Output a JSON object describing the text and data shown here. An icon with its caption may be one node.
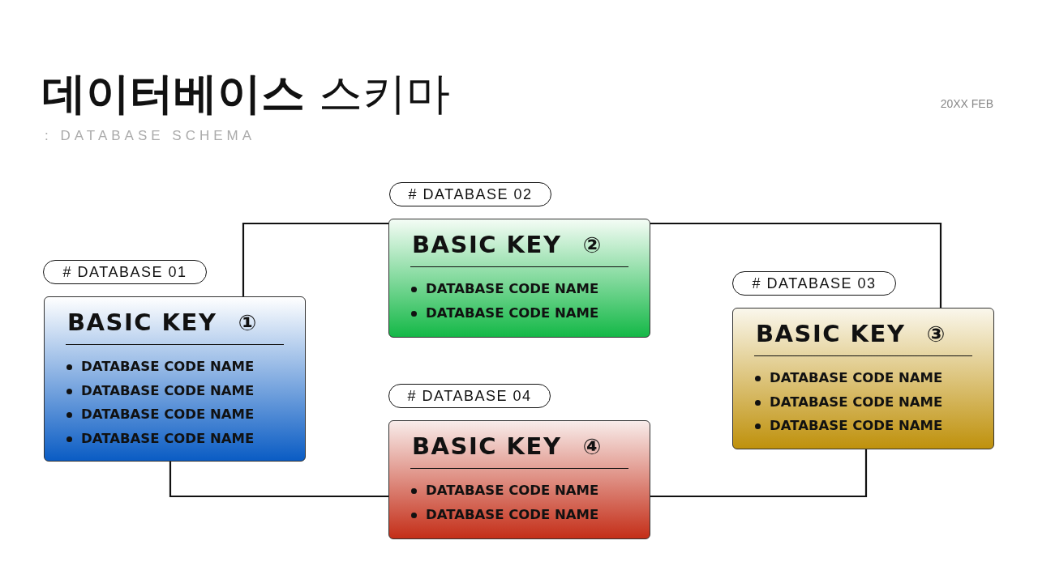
{
  "diagram": {
    "title": "**데이터베이스** 스키마",
    "nodes": [
      {
        "text": [
          "# DATABASE 01"
        ]
      },
      {
        "text": [
          "BASIC KEY",
          "①",
          "DATABASE CODE NAME",
          "DATABASE CODE NAME",
          "DATABASE CODE NAME",
          "DATABASE CODE NAME"
        ]
      },
      {
        "text": [
          "# DATABASE 02"
        ]
      },
      {
        "text": [
          "BASIC KEY",
          "②",
          "DATABASE CODE NAME",
          "DATABASE CODE NAME"
        ]
      },
      {
        "text": [
          "# DATABASE 03"
        ]
      },
      {
        "text": [
          "BASIC KEY",
          "③",
          "DATABASE CODE NAME",
          "DATABASE CODE NAME",
          "DATABASE CODE NAME"
        ]
      },
      {
        "text": [
          "# DATABASE 04"
        ]
      },
      {
        "text": [
          "BASIC KEY",
          "④",
          "DATABASE CODE NAME",
          "DATABASE CODE NAME"
        ]
      }
    ],
    "edges": [
      {
        "from": 1,
        "to": 3,
        "arrow": "none"
      },
      {
        "from": 3,
        "to": 5,
        "arrow": "none"
      },
      {
        "from": 1,
        "to": 7,
        "arrow": "none"
      },
      {
        "from": 7,
        "to": 5,
        "arrow": "none"
      }
    ],
    "labels": [
      ": DATABASE SCHEMA",
      "20XX FEB"
    ]
  }
}
